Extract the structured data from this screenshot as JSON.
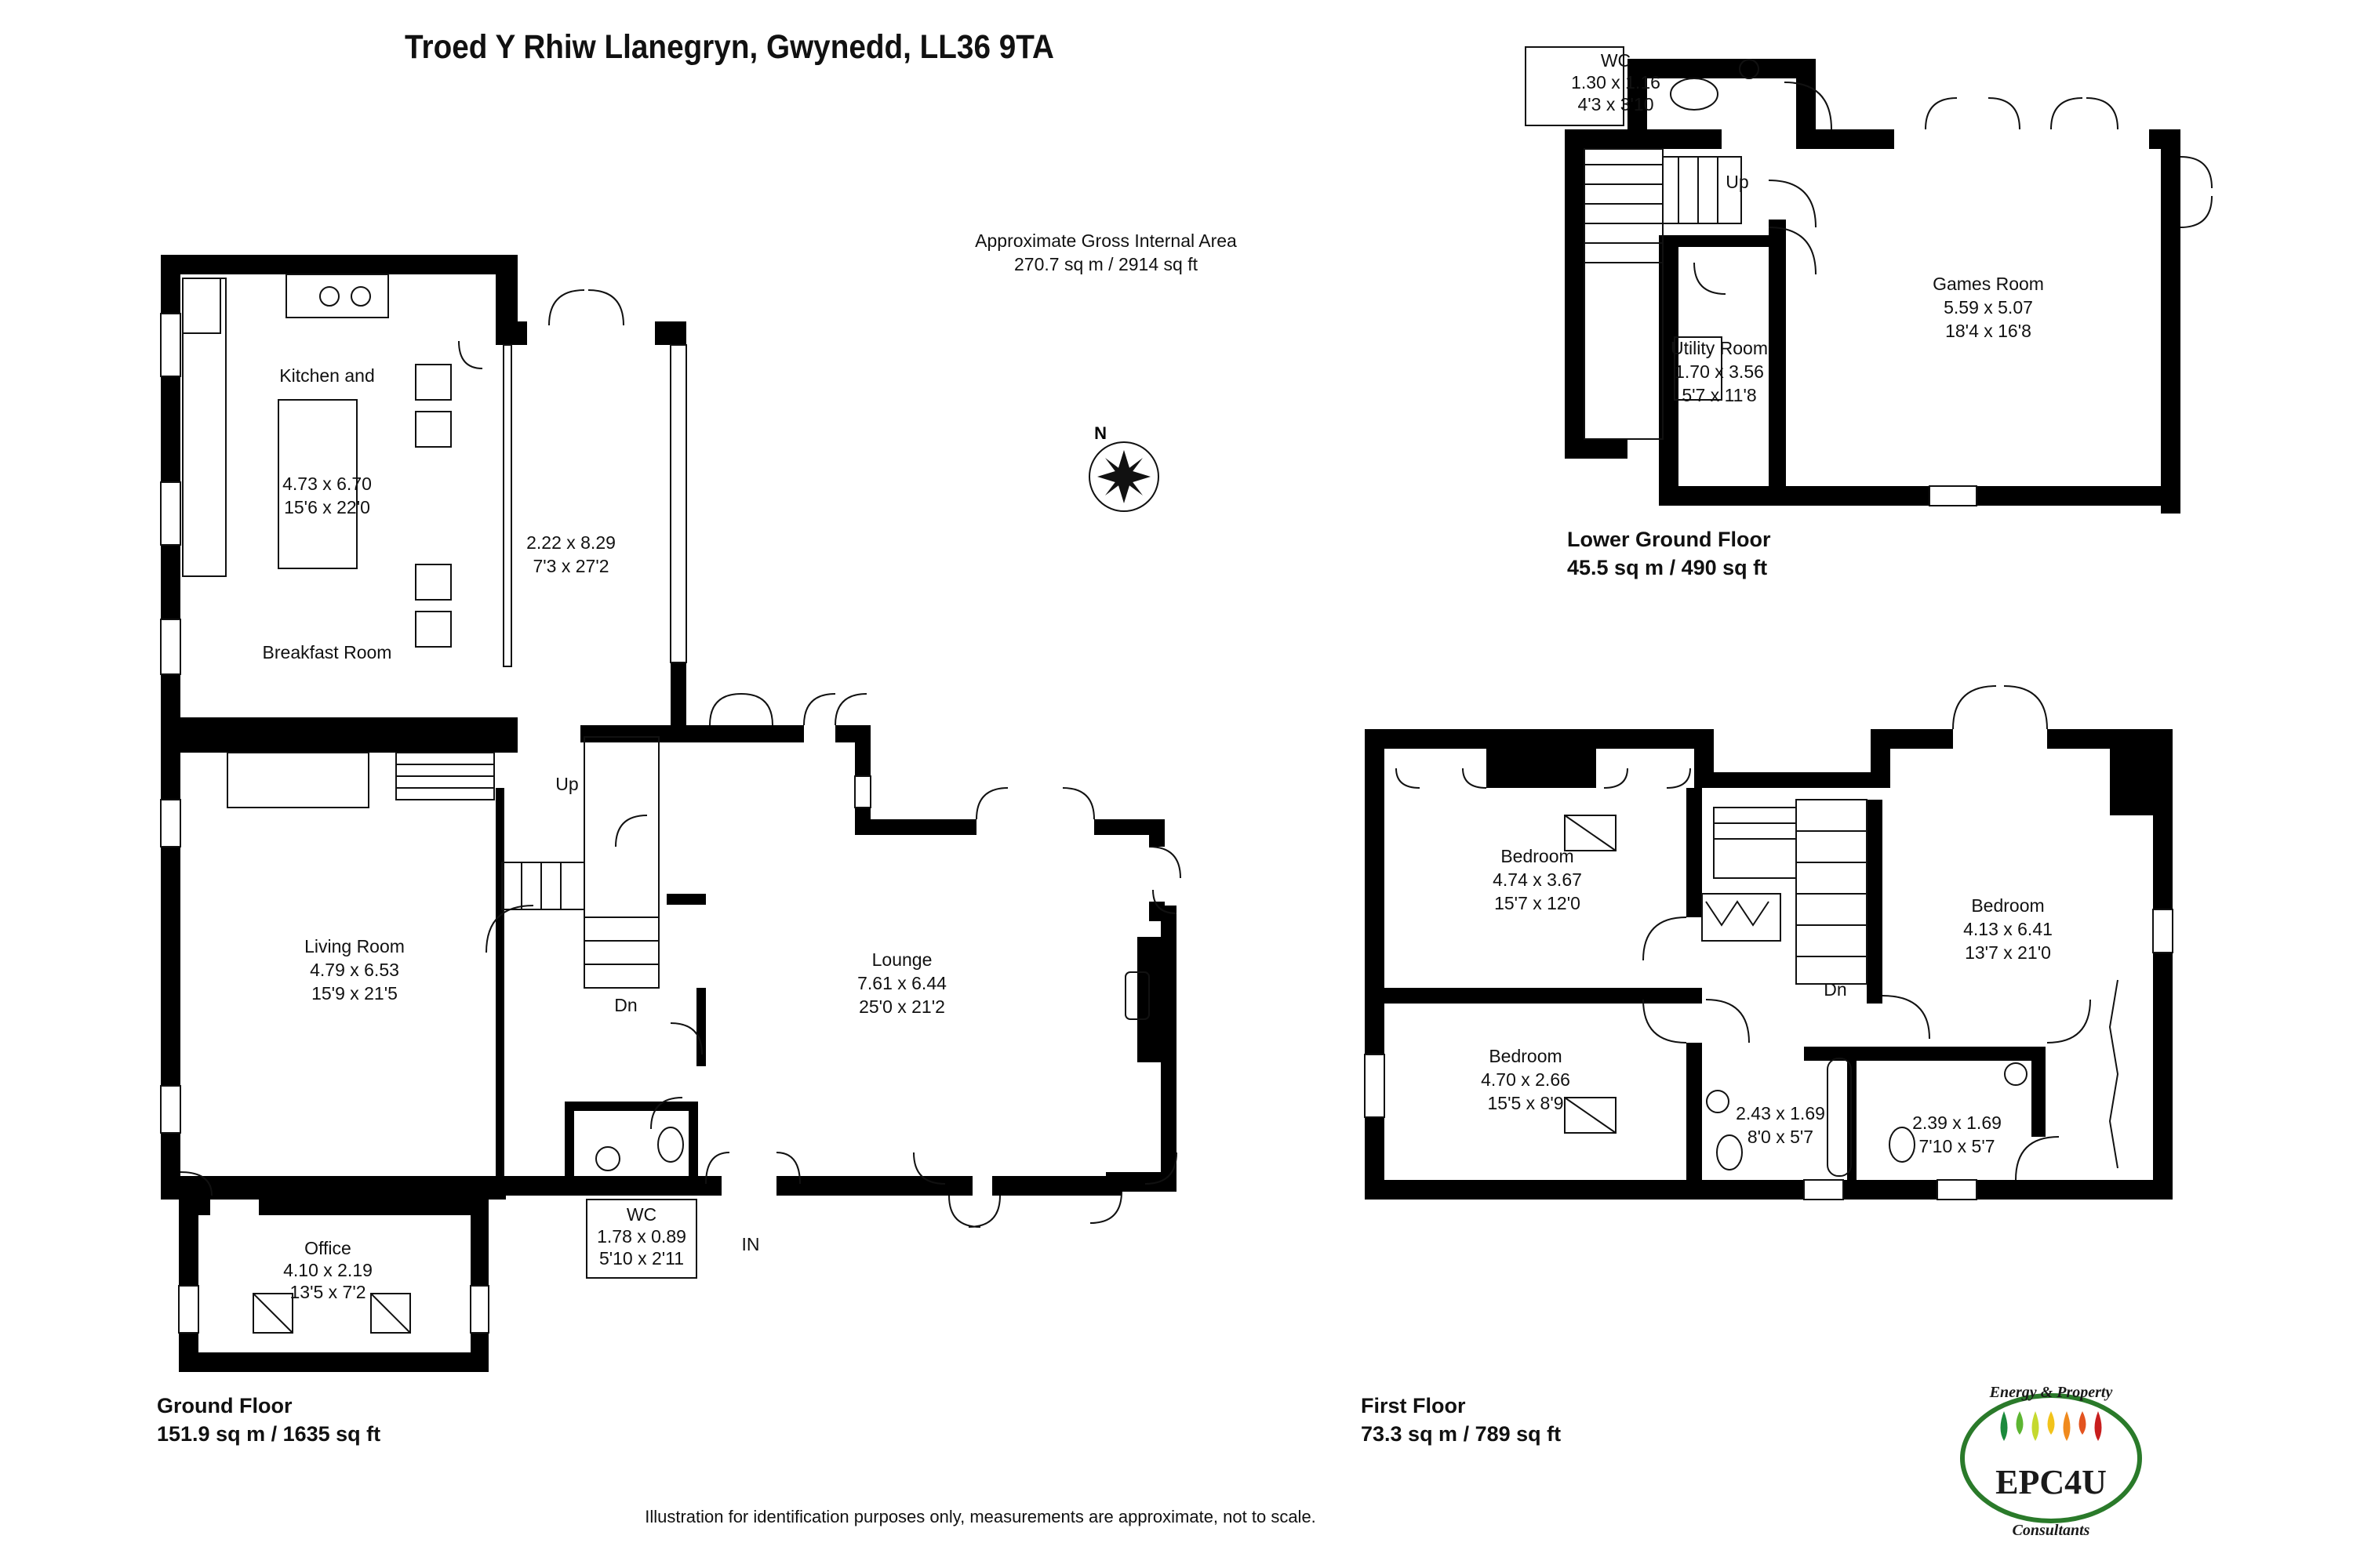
{
  "title": "Troed Y Rhiw Llanegryn, Gwynedd, LL36 9TA",
  "gross_area": {
    "label": "Approximate Gross Internal Area",
    "value": "270.7 sq m / 2914 sq ft"
  },
  "north_label": "N",
  "floors": {
    "ground": {
      "name": "Ground Floor",
      "area": "151.9 sq m / 1635 sq ft"
    },
    "lower_ground": {
      "name": "Lower Ground Floor",
      "area": "45.5 sq m / 490 sq ft"
    },
    "first": {
      "name": "First Floor",
      "area": "73.3 sq m / 789 sq ft"
    }
  },
  "rooms": {
    "kitchen": {
      "name_line1": "Kitchen and",
      "name_line2": "Breakfast Room",
      "metric": "4.73 x 6.70",
      "imperial": "15'6 x 22'0"
    },
    "hall": {
      "metric": "2.22 x 8.29",
      "imperial": "7'3 x 27'2"
    },
    "living": {
      "name": "Living Room",
      "metric": "4.79 x 6.53",
      "imperial": "15'9 x 21'5"
    },
    "lounge": {
      "name": "Lounge",
      "metric": "7.61 x 6.44",
      "imperial": "25'0 x 21'2"
    },
    "office": {
      "name": "Office",
      "metric": "4.10 x 2.19",
      "imperial": "13'5 x 7'2"
    },
    "wc_ground": {
      "name": "WC",
      "metric": "1.78 x 0.89",
      "imperial": "5'10 x 2'11"
    },
    "wc_lower": {
      "name": "WC",
      "metric": "1.30 x 1.16",
      "imperial": "4'3 x 3'10"
    },
    "games": {
      "name": "Games Room",
      "metric": "5.59 x 5.07",
      "imperial": "18'4 x 16'8"
    },
    "utility": {
      "name": "Utility Room",
      "metric": "1.70 x 3.56",
      "imperial": "5'7 x 11'8"
    },
    "bed1": {
      "name": "Bedroom",
      "metric": "4.74 x 3.67",
      "imperial": "15'7 x 12'0"
    },
    "bed2": {
      "name": "Bedroom",
      "metric": "4.70 x 2.66",
      "imperial": "15'5 x 8'9"
    },
    "bed3": {
      "name": "Bedroom",
      "metric": "4.13 x 6.41",
      "imperial": "13'7 x 21'0"
    },
    "bath1": {
      "metric": "2.43 x 1.69",
      "imperial": "8'0 x 5'7"
    },
    "bath2": {
      "metric": "2.39 x 1.69",
      "imperial": "7'10 x 5'7"
    }
  },
  "labels": {
    "up": "Up",
    "dn": "Dn",
    "in": "IN"
  },
  "logo": {
    "top": "Energy & Property",
    "main": "EPC4U",
    "bottom": "Consultants",
    "drop_colors": [
      "#1b8a3c",
      "#5cb531",
      "#c5d92f",
      "#f2c31b",
      "#f08a1d",
      "#e3531f",
      "#c81e1e"
    ]
  },
  "disclaimer": "Illustration for identification purposes only, measurements are approximate, not to scale."
}
